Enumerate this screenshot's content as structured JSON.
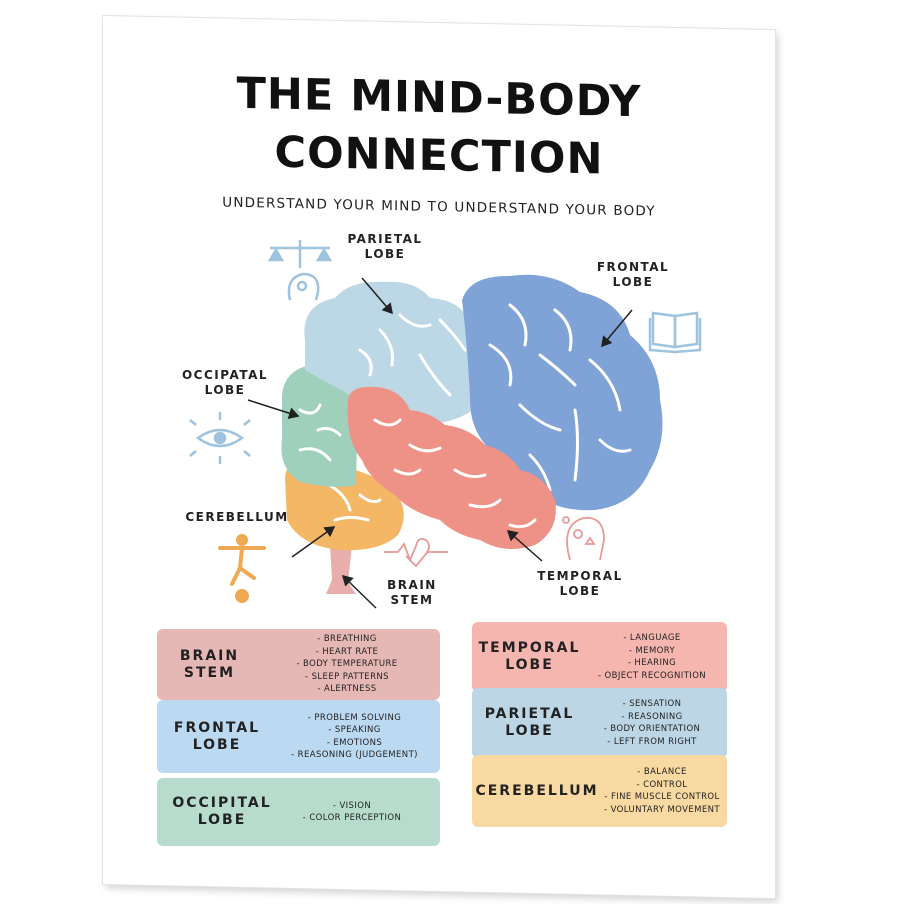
{
  "title_line1": "THE MIND-BODY",
  "title_line2": "CONNECTION",
  "subtitle": "UNDERSTAND YOUR MIND TO UNDERSTAND YOUR BODY",
  "labels": {
    "parietal": [
      "PARIETAL",
      "LOBE"
    ],
    "frontal": [
      "FRONTAL",
      "LOBE"
    ],
    "occipital": [
      "OCCIPATAL",
      "LOBE"
    ],
    "cerebellum": [
      "CEREBELLUM"
    ],
    "brain_stem": [
      "BRAIN",
      "STEM"
    ],
    "temporal": [
      "TEMPORAL",
      "LOBE"
    ]
  },
  "icons": {
    "parietal": "scales-and-head-gear-icon",
    "frontal": "open-book-icon",
    "occipital": "eye-icon",
    "cerebellum": "person-kicking-ball-icon",
    "brain_stem": "heart-pulse-icon",
    "temporal": "head-with-ideas-icon"
  },
  "colors": {
    "frontal": "#7fa3d6",
    "parietal": "#bcd7e6",
    "temporal": "#ee9186",
    "occipital": "#9fd0bb",
    "cerebellum": "#f4b766",
    "stem": "#e8aeab",
    "icon_blue": "#9ec3de",
    "icon_orange": "#f0a953",
    "icon_pink": "#e79a95"
  },
  "cards": {
    "brain_stem": {
      "title": [
        "BRAIN",
        "STEM"
      ],
      "items": [
        "Breathing",
        "Heart Rate",
        "Body Temperature",
        "Sleep Patterns",
        "Alertness"
      ],
      "color": "#e6b8b5"
    },
    "frontal": {
      "title": [
        "FRONTAL",
        "LOBE"
      ],
      "items": [
        "Problem Solving",
        "Speaking",
        "Emotions",
        "Reasoning (Judgement)"
      ],
      "color": "#bcd9f2"
    },
    "occipital": {
      "title": [
        "OCCIPITAL",
        "LOBE"
      ],
      "items": [
        "Vision",
        "Color Perception"
      ],
      "color": "#b7dccd"
    },
    "temporal": {
      "title": [
        "TEMPORAL",
        "LOBE"
      ],
      "items": [
        "Language",
        "Memory",
        "Hearing",
        "Object Recognition"
      ],
      "color": "#f6b6b0"
    },
    "parietal": {
      "title": [
        "PARIETAL",
        "LOBE"
      ],
      "items": [
        "Sensation",
        "Reasoning",
        "Body Orientation",
        "Left From Right"
      ],
      "color": "#bcd6e6"
    },
    "cerebellum": {
      "title": [
        "CEREBELLUM"
      ],
      "items": [
        "Balance",
        "Control",
        "Fine Muscle Control",
        "Voluntary Movement"
      ],
      "color": "#f8d9a2"
    }
  }
}
